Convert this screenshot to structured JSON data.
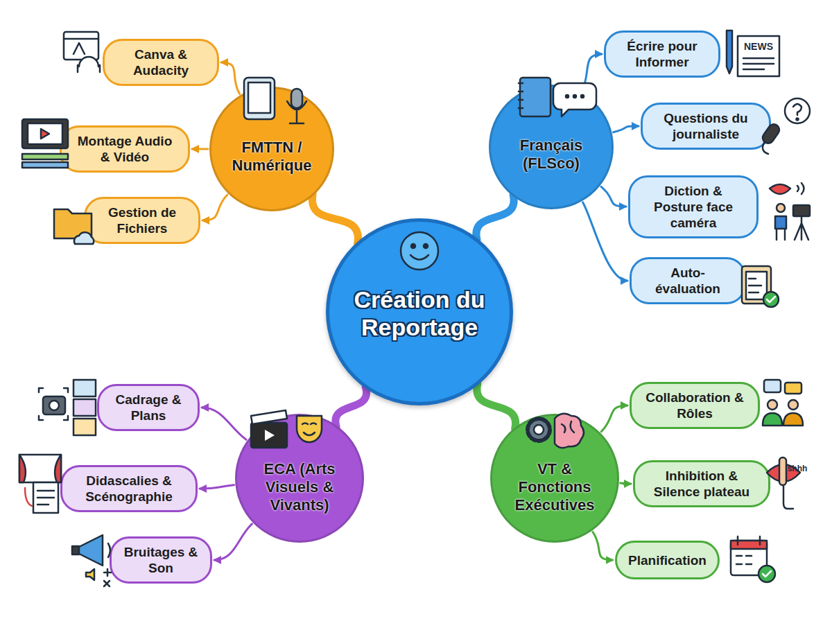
{
  "diagram": {
    "nodes": [
      {
        "text": [
          "Création du Reportage"
        ]
      },
      {
        "text": [
          "FMTTN / Numérique"
        ]
      },
      {
        "text": [
          "Canva & Audacity"
        ]
      },
      {
        "text": [
          "Montage Audio & Vidéo"
        ]
      },
      {
        "text": [
          "Gestion de Fichiers"
        ]
      },
      {
        "text": [
          "Français (FLSco)"
        ]
      },
      {
        "text": [
          "Écrire pour Informer"
        ]
      },
      {
        "text": [
          "Questions du journaliste"
        ]
      },
      {
        "text": [
          "Diction & Posture face caméra"
        ]
      },
      {
        "text": [
          "Auto-évaluation"
        ]
      },
      {
        "text": [
          "ECA (Arts Visuels & Vivants)"
        ]
      },
      {
        "text": [
          "Cadrage & Plans"
        ]
      },
      {
        "text": [
          "Didascalies & Scénographie"
        ]
      },
      {
        "text": [
          "Bruitages & Son"
        ]
      },
      {
        "text": [
          "VT & Fonctions Exécutives"
        ]
      },
      {
        "text": [
          "Collaboration & Rôles"
        ]
      },
      {
        "text": [
          "Inhibition & Silence plateau"
        ]
      },
      {
        "text": [
          "Planification"
        ]
      }
    ],
    "edges": [
      {
        "from": 0,
        "to": 1,
        "arrow": "none"
      },
      {
        "from": 1,
        "to": 2,
        "arrow": "to"
      },
      {
        "from": 1,
        "to": 3,
        "arrow": "to"
      },
      {
        "from": 1,
        "to": 4,
        "arrow": "to"
      },
      {
        "from": 0,
        "to": 5,
        "arrow": "none"
      },
      {
        "from": 5,
        "to": 6,
        "arrow": "to"
      },
      {
        "from": 5,
        "to": 7,
        "arrow": "to"
      },
      {
        "from": 5,
        "to": 8,
        "arrow": "to"
      },
      {
        "from": 5,
        "to": 9,
        "arrow": "to"
      },
      {
        "from": 0,
        "to": 10,
        "arrow": "none"
      },
      {
        "from": 10,
        "to": 11,
        "arrow": "to"
      },
      {
        "from": 10,
        "to": 12,
        "arrow": "to"
      },
      {
        "from": 10,
        "to": 13,
        "arrow": "to"
      },
      {
        "from": 0,
        "to": 14,
        "arrow": "none"
      },
      {
        "from": 14,
        "to": 15,
        "arrow": "to"
      },
      {
        "from": 14,
        "to": 16,
        "arrow": "to"
      },
      {
        "from": 14,
        "to": 17,
        "arrow": "to"
      }
    ],
    "labels": [
      "NEWS",
      "shhh"
    ]
  }
}
